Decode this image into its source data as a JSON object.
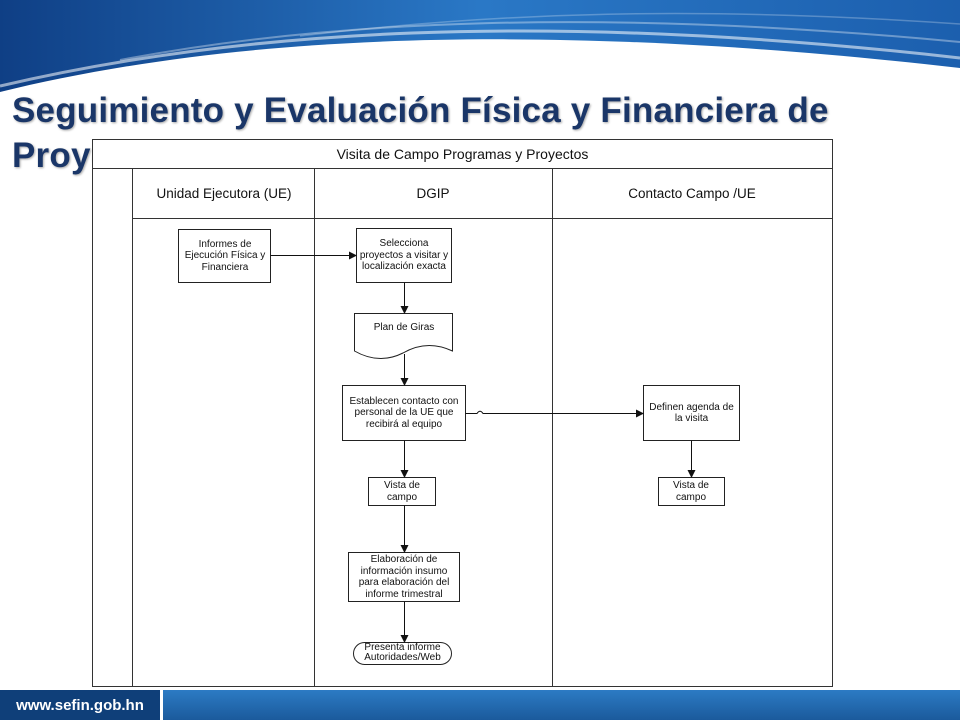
{
  "slide": {
    "title": "Seguimiento y Evaluación Física y Financiera de Proyectos",
    "footer_url": "www.sefin.gob.hn"
  },
  "colors": {
    "title": "#1a3668",
    "header_blue": "#1c5fae",
    "footer_dark": "#0f3f79",
    "footer_blue": "#2c7bc4"
  },
  "diagram": {
    "pool_title": "Visita de Campo Programas y Proyectos",
    "lanes": [
      {
        "label": "Unidad Ejecutora (UE)"
      },
      {
        "label": "DGIP"
      },
      {
        "label": "Contacto Campo /UE"
      }
    ],
    "nodes": {
      "informes": "Informes de Ejecución Física y Financiera",
      "selecciona": "Selecciona proyectos a visitar y localización exacta",
      "plan_giras": "Plan de Giras",
      "establecen": "Establecen contacto con personal de la UE que recibirá al equipo",
      "definen": "Definen agenda de la visita",
      "vista_dgip": "Vista de campo",
      "vista_contacto": "Vista de campo",
      "elaboracion": "Elaboración de información insumo para elaboración del informe trimestral",
      "presenta": "Presenta informe Autoridades/Web"
    }
  }
}
